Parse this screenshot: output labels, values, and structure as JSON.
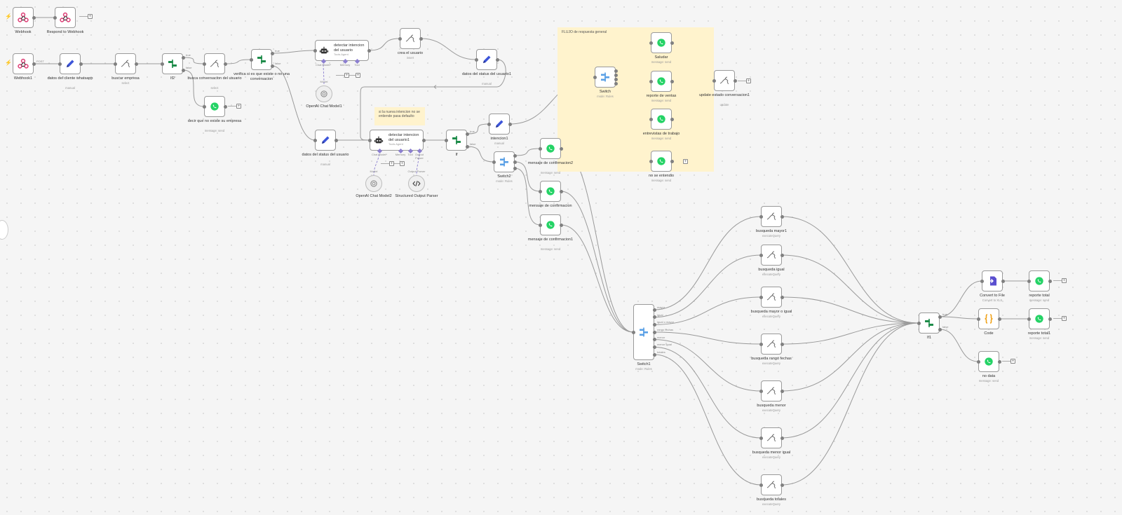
{
  "canvas": {
    "background": "#f5f5f5",
    "grid_dot_color": "#d6d6d6",
    "edge_color": "#9a9a9a",
    "sticky_color": "#fff3cd"
  },
  "stickies": [
    {
      "id": "s1",
      "text": "FLUJO de respuesta general"
    },
    {
      "id": "s2",
      "text": "si la nueva intencion no se entiende pasa defaulto"
    }
  ],
  "nodes": [
    {
      "id": "webhook",
      "label": "Webhook",
      "sub": "",
      "icon": "webhook-icon",
      "trigger": true
    },
    {
      "id": "respond",
      "label": "Respond to Webhook",
      "sub": "",
      "icon": "webhook-icon"
    },
    {
      "id": "webhook1",
      "label": "Webhook1",
      "sub": "",
      "icon": "webhook-icon",
      "trigger": true
    },
    {
      "id": "datos_cliente",
      "label": "datos del cliente whatsapp",
      "sub": "manual",
      "icon": "pencil-icon"
    },
    {
      "id": "buscar_empresa",
      "label": "buscar empresa",
      "sub": "select",
      "icon": "mysql-icon"
    },
    {
      "id": "if2",
      "label": "If2",
      "sub": "",
      "icon": "if-icon"
    },
    {
      "id": "busca_conv",
      "label": "busca conversacion del usuario",
      "sub": "select",
      "icon": "mysql-icon"
    },
    {
      "id": "decir_no",
      "label": "decir que no existe su empresa",
      "sub": "message: send",
      "icon": "whatsapp-icon"
    },
    {
      "id": "verifica",
      "label": "verifica si es que existe o no una conversacion",
      "sub": "",
      "icon": "if-icon"
    },
    {
      "id": "detectar1",
      "label": "detectar intencion del usuario",
      "sub": "Tools Agent",
      "icon": "robot-icon",
      "agent": true,
      "ports": [
        "Chat Model*",
        "Memory",
        "Tool"
      ]
    },
    {
      "id": "openai1",
      "label": "OpenAI Chat Model1",
      "sub": "",
      "icon": "openai-icon",
      "subnode": true,
      "toplabel": "Model"
    },
    {
      "id": "crea_usuario",
      "label": "crea el usuario",
      "sub": "insert",
      "icon": "mysql-icon"
    },
    {
      "id": "datos_status1",
      "label": "datos del status del usuario1",
      "sub": "manual",
      "icon": "pencil-icon"
    },
    {
      "id": "datos_status",
      "label": "datos del status del usuario",
      "sub": "manual",
      "icon": "pencil-icon"
    },
    {
      "id": "detectar2",
      "label": "detectar intencion del usuario1",
      "sub": "Tools Agent",
      "icon": "robot-icon",
      "agent": true,
      "ports": [
        "Chat Model*",
        "Memory",
        "Tool",
        "Output Parser"
      ]
    },
    {
      "id": "openai2",
      "label": "OpenAI Chat Model2",
      "sub": "",
      "icon": "openai-icon",
      "subnode": true,
      "toplabel": "Model"
    },
    {
      "id": "parser",
      "label": "Structured Output Parser",
      "sub": "",
      "icon": "code-icon",
      "subnode": true,
      "toplabel": "Output Parser"
    },
    {
      "id": "if_",
      "label": "If",
      "sub": "",
      "icon": "if-icon"
    },
    {
      "id": "intencion1",
      "label": "intencion1",
      "sub": "manual",
      "icon": "pencil-icon"
    },
    {
      "id": "switch2",
      "label": "Switch2",
      "sub": "mode: Rules",
      "icon": "switch-icon"
    },
    {
      "id": "msg_conf2",
      "label": "mensaje de confirmacion2",
      "sub": "message: send",
      "icon": "whatsapp-icon"
    },
    {
      "id": "msg_conf",
      "label": "mensaje de confirmacion",
      "sub": "message: send",
      "icon": "whatsapp-icon"
    },
    {
      "id": "msg_conf1",
      "label": "mensaje de confirmacion1",
      "sub": "message: send",
      "icon": "whatsapp-icon"
    },
    {
      "id": "switch",
      "label": "Switch",
      "sub": "mode: Rules",
      "icon": "switch-icon"
    },
    {
      "id": "saludar",
      "label": "Saludar",
      "sub": "message: send",
      "icon": "whatsapp-icon"
    },
    {
      "id": "reporte_ventas",
      "label": "reporte de ventas",
      "sub": "message: send",
      "icon": "whatsapp-icon"
    },
    {
      "id": "entrevistas",
      "label": "entrevistas de trabajo",
      "sub": "message: send",
      "icon": "whatsapp-icon"
    },
    {
      "id": "no_entendio",
      "label": "no se entendio",
      "sub": "message: send",
      "icon": "whatsapp-icon"
    },
    {
      "id": "update_estado",
      "label": "update estado conversacion1",
      "sub": "update",
      "icon": "mysql-icon"
    },
    {
      "id": "switch1",
      "label": "Switch1",
      "sub": "mode: Rules",
      "icon": "switch-icon",
      "tall": true
    },
    {
      "id": "bq_mayor1",
      "label": "busqueda mayor1",
      "sub": "executeQuery",
      "icon": "mysql-icon"
    },
    {
      "id": "bq_igual",
      "label": "busqueda igual",
      "sub": "executeQuery",
      "icon": "mysql-icon"
    },
    {
      "id": "bq_mayor_igual",
      "label": "busqueda mayor o igual",
      "sub": "executeQuery",
      "icon": "mysql-icon"
    },
    {
      "id": "bq_rango",
      "label": "busqueda rango fechas",
      "sub": "executeQuery",
      "icon": "mysql-icon"
    },
    {
      "id": "bq_menor",
      "label": "busqueda menor",
      "sub": "executeQuery",
      "icon": "mysql-icon"
    },
    {
      "id": "bq_menor_igual",
      "label": "busqueda menor igual",
      "sub": "executeQuery",
      "icon": "mysql-icon"
    },
    {
      "id": "bq_totales",
      "label": "busqueda totales",
      "sub": "executeQuery",
      "icon": "mysql-icon"
    },
    {
      "id": "if1",
      "label": "If1",
      "sub": "",
      "icon": "if-icon"
    },
    {
      "id": "convert",
      "label": "Convert to File",
      "sub": "Convert to XLS",
      "icon": "file-convert-icon"
    },
    {
      "id": "code",
      "label": "Code",
      "sub": "",
      "icon": "braces-icon"
    },
    {
      "id": "no_data",
      "label": "no data",
      "sub": "message: send",
      "icon": "whatsapp-icon"
    },
    {
      "id": "reporte_total",
      "label": "reporte total",
      "sub": "message: send",
      "icon": "whatsapp-icon"
    },
    {
      "id": "reporte_total1",
      "label": "reporte total1",
      "sub": "message: send",
      "icon": "whatsapp-icon"
    }
  ],
  "port_labels": {
    "webhook1": [
      "POST"
    ],
    "if2": [
      "true",
      "false"
    ],
    "verifica": [
      "true",
      "false"
    ],
    "if_": [
      "true",
      "false"
    ],
    "if1": [
      "true",
      "false"
    ],
    "switch1": [
      "mayor",
      "igual",
      "igual o mayor",
      "rango fechas",
      "menor",
      "menor igual",
      "totales"
    ]
  },
  "icon_colors": {
    "webhook": "#e0457b",
    "pencil": "#3d55d9",
    "mysql": "#666666",
    "if": "#1e8c4a",
    "whatsapp": "#25d366",
    "switch": "#5aa0e6",
    "robot": "#333333",
    "openai": "#888888",
    "code": "#444444",
    "convert": "#5a4fcf",
    "braces": "#f0a21a",
    "trigger": "#ff6d5a"
  }
}
